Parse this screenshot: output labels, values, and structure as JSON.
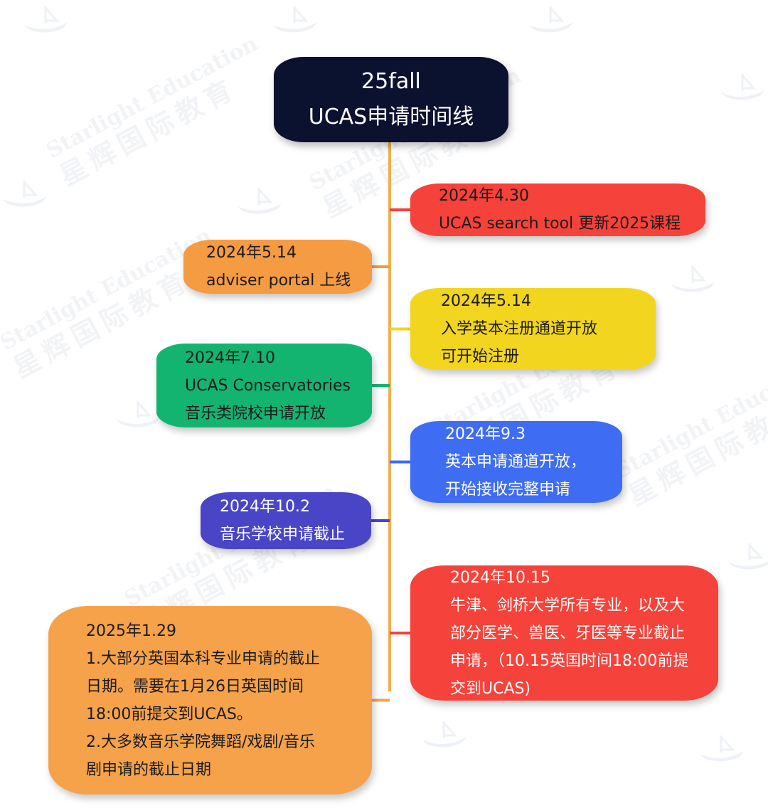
{
  "title": {
    "line1": "25fall",
    "line2": "UCAS申请时间线"
  },
  "watermark": {
    "en": "Starlight Education",
    "cn": "星辉国际教育"
  },
  "events": [
    {
      "id": "apr30",
      "side": "right",
      "color": "#f5423a",
      "date": "2024年4.30",
      "lines": [
        "UCAS search tool 更新2025课程"
      ]
    },
    {
      "id": "may14a",
      "side": "left",
      "color": "#f59b42",
      "date": "2024年5.14",
      "lines": [
        "adviser portal 上线"
      ]
    },
    {
      "id": "may14b",
      "side": "right",
      "color": "#f2d51f",
      "date": "2024年5.14",
      "lines": [
        "入学英本注册通道开放",
        "可开始注册"
      ]
    },
    {
      "id": "jul10",
      "side": "left",
      "color": "#13b46f",
      "date": "2024年7.10",
      "lines": [
        "UCAS Conservatories",
        "音乐类院校申请开放"
      ]
    },
    {
      "id": "sep3",
      "side": "right",
      "color": "#3e6cf2",
      "date": "2024年9.3",
      "lines": [
        "英本申请通道开放，",
        "开始接收完整申请"
      ]
    },
    {
      "id": "oct2",
      "side": "left",
      "color": "#4a45c6",
      "date": "2024年10.2",
      "lines": [
        "音乐学校申请截止"
      ]
    },
    {
      "id": "oct15",
      "side": "right",
      "color": "#f5423a",
      "date": "2024年10.15",
      "lines": [
        "牛津、剑桥大学所有专业，以及大",
        "部分医学、兽医、牙医等专业截止",
        "申请，（10.15英国时间18:00前提",
        "交到UCAS)"
      ]
    },
    {
      "id": "jan29",
      "side": "left",
      "color": "#f5a24a",
      "date": "2025年1.29",
      "lines": [
        "1.大部分英国本科专业申请的截止",
        "日期。需要在1月26日英国时间",
        "18:00前提交到UCAS。",
        "2.大多数音乐学院舞蹈/戏剧/音乐",
        "剧申请的截止日期"
      ]
    }
  ]
}
